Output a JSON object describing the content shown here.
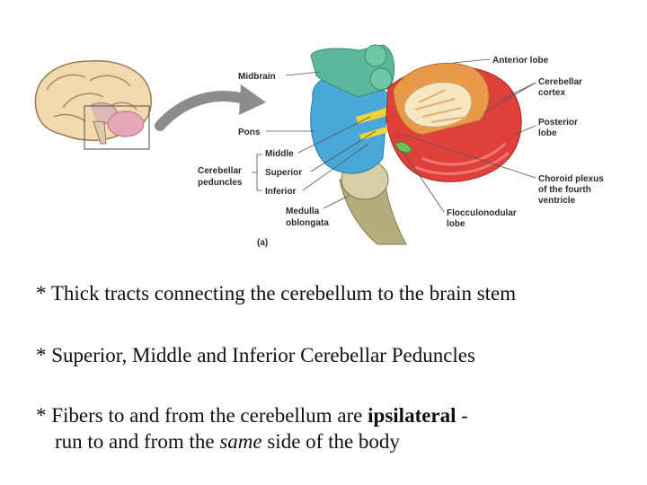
{
  "figure": {
    "labels": {
      "midbrain": "Midbrain",
      "pons": "Pons",
      "cerebellar_peduncles_1": "Cerebellar",
      "cerebellar_peduncles_2": "peduncles",
      "middle": "Middle",
      "superior": "Superior",
      "inferior": "Inferior",
      "medulla_1": "Medulla",
      "medulla_2": "oblongata",
      "figure_tag": "(a)",
      "anterior_lobe": "Anterior lobe",
      "cerebellar_cortex_1": "Cerebellar",
      "cerebellar_cortex_2": "cortex",
      "posterior_lobe_1": "Posterior",
      "posterior_lobe_2": "lobe",
      "choroid_1": "Choroid plexus",
      "choroid_2": "of the fourth",
      "choroid_3": "ventricle",
      "flocculo_1": "Flocculonodular",
      "flocculo_2": "lobe"
    },
    "colors": {
      "midbrain": "#5bb89a",
      "pons": "#4aa8d8",
      "medulla": "#b6ad7c",
      "arbor_vitae": "#f6e6c2",
      "cortex": "#e89a4a",
      "posterior": "#e0403c",
      "arrow": "#8c8c8c"
    }
  },
  "bullets": {
    "b1": "* Thick tracts connecting the cerebellum to the brain stem",
    "b2": "* Superior, Middle and Inferior Cerebellar Peduncles",
    "b3_pre": "* Fibers to and from the cerebellum are ",
    "b3_bold": "ipsilateral",
    "b3_post": " -",
    "b3_line2_pre": "run to and from the ",
    "b3_italic": "same",
    "b3_line2_post": " side of the body"
  }
}
